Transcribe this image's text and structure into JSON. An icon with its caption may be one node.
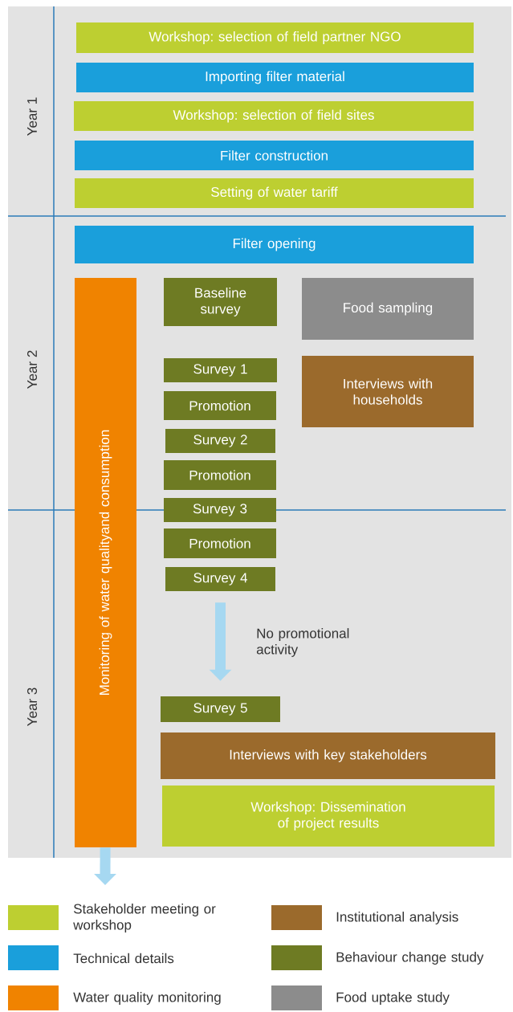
{
  "diagram": {
    "nodes": [
      {
        "text": [
          "Workshop: selection of field partner NGO"
        ]
      },
      {
        "text": [
          "Importing filter material"
        ]
      },
      {
        "text": [
          "Workshop: selection of field sites"
        ]
      },
      {
        "text": [
          "Filter construction"
        ]
      },
      {
        "text": [
          "Setting of water tariff"
        ]
      },
      {
        "text": [
          "Filter opening"
        ]
      },
      {
        "text": [
          "Monitoring of water qualityand consumption"
        ]
      },
      {
        "text": [
          "Baseline survey"
        ]
      },
      {
        "text": [
          "Food sampling"
        ]
      },
      {
        "text": [
          "Survey 1"
        ]
      },
      {
        "text": [
          "Interviews with households"
        ]
      },
      {
        "text": [
          "Promotion"
        ]
      },
      {
        "text": [
          "Survey 2"
        ]
      },
      {
        "text": [
          "Promotion"
        ]
      },
      {
        "text": [
          "Survey 3"
        ]
      },
      {
        "text": [
          "Promotion"
        ]
      },
      {
        "text": [
          "Survey 4"
        ]
      },
      {
        "text": [
          "Survey 5"
        ]
      },
      {
        "text": [
          "Interviews with key stakeholders"
        ]
      },
      {
        "text": [
          "Workshop: Dissemination of project results"
        ]
      }
    ],
    "edges": [
      {
        "from": 16,
        "to": 17,
        "arrow": "to",
        "label": "No promotional activity"
      },
      {
        "from": 6,
        "to": null,
        "arrow": "to"
      }
    ],
    "labels": [
      "Year 1",
      "Year 2",
      "Year 3"
    ],
    "legend": [
      {
        "text": "Stakeholder meeting or workshop",
        "color": "#bdcf31"
      },
      {
        "text": "Institutional analysis",
        "color": "#9b6a2c"
      },
      {
        "text": "Technical details",
        "color": "#1a9fdb"
      },
      {
        "text": "Behaviour change study",
        "color": "#6e7b23"
      },
      {
        "text": "Water quality monitoring",
        "color": "#f08300"
      },
      {
        "text": "Food uptake study",
        "color": "#8c8c8c"
      }
    ]
  }
}
